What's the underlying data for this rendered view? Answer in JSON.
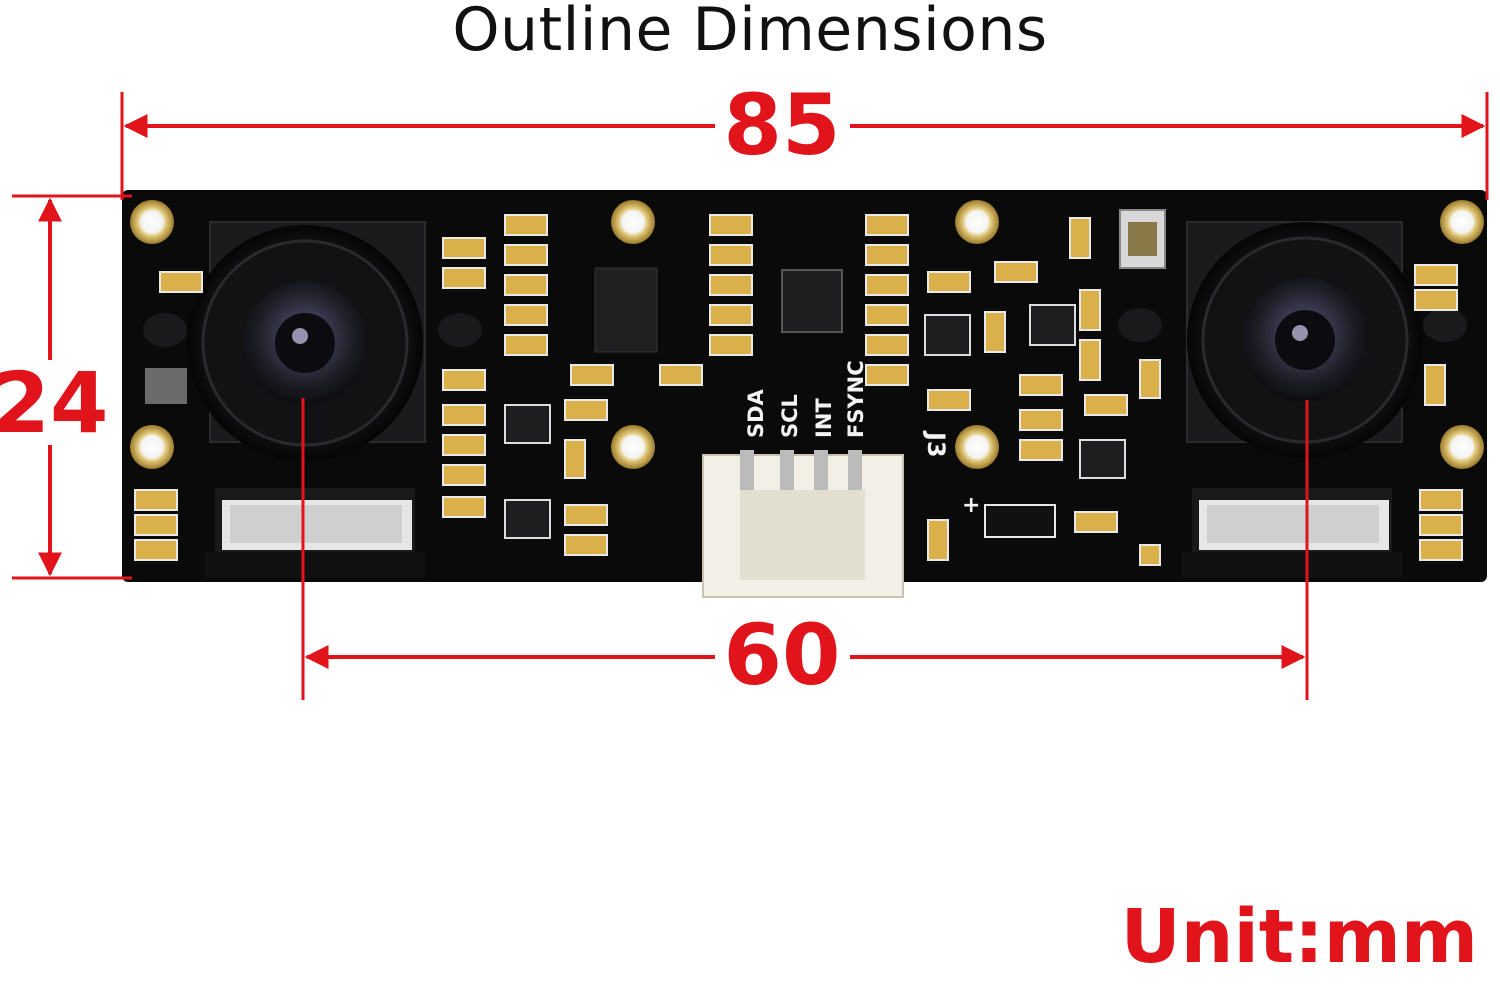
{
  "title": "Outline Dimensions",
  "unit_label": "Unit:mm",
  "dimensions": {
    "width": "85",
    "height": "24",
    "lens_spacing": "60"
  },
  "board": {
    "connector_pins": [
      "SDA",
      "SCL",
      "INT",
      "FSYNC"
    ],
    "connector_ref": "J3",
    "polarity_mark": "+"
  },
  "colors": {
    "dimension": "#e2141b",
    "board": "#0a0a0a",
    "silkscreen": "#f2f2f2",
    "pad_gold": "#c9a64a"
  }
}
